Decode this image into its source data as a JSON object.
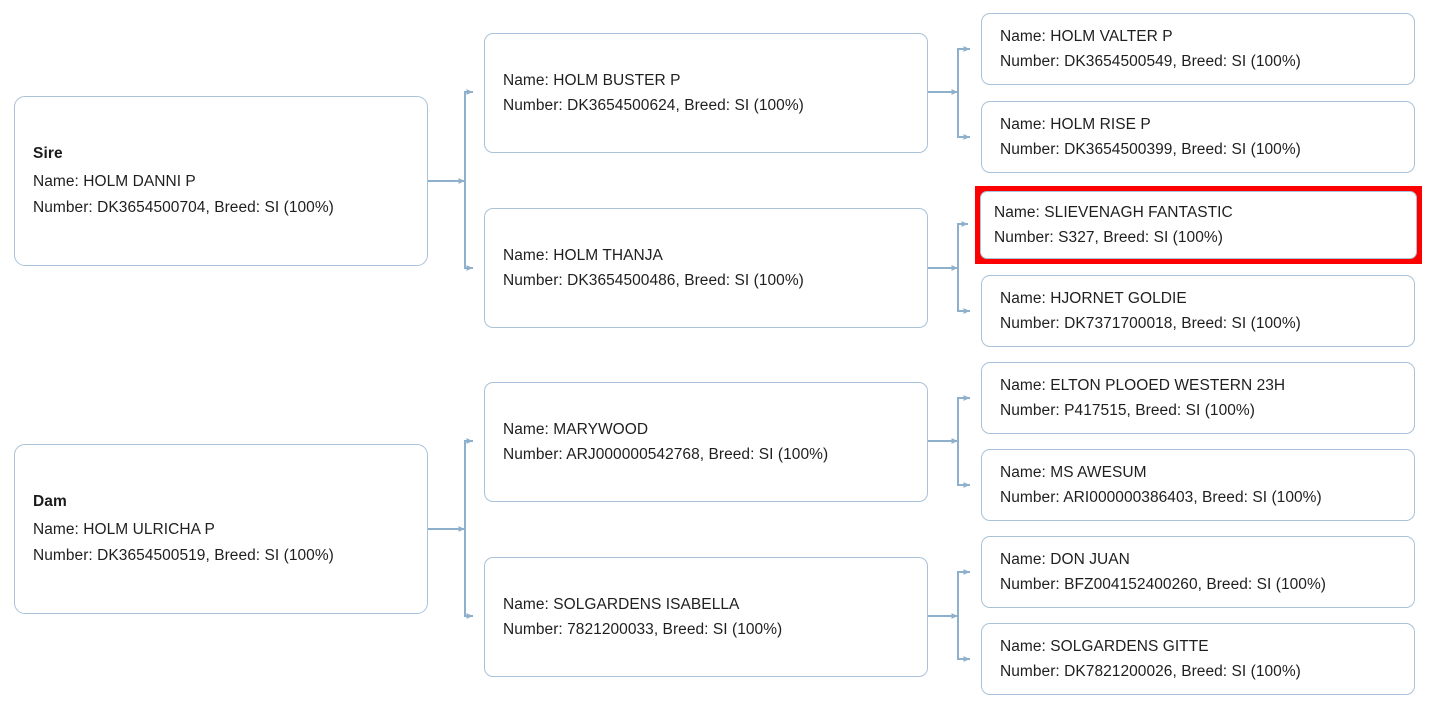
{
  "chart": {
    "type": "pedigree-tree",
    "orientation": "left-to-right",
    "generations": 3,
    "highlight_color": "#ff0000",
    "node_border_color": "#a9c2d8",
    "connector_color": "#8fb0cc",
    "background_color": "#ffffff",
    "field_labels": {
      "name": "Name:",
      "number": "Number:",
      "breed": "Breed:"
    }
  },
  "nodes": {
    "sire": {
      "role": "Sire",
      "name_line": "Name: HOLM DANNI P",
      "number_line": "Number: DK3654500704, Breed: SI (100%)",
      "name": "HOLM DANNI P",
      "number": "DK3654500704",
      "breed": "SI (100%)",
      "highlighted": false
    },
    "dam": {
      "role": "Dam",
      "name_line": "Name: HOLM ULRICHA P",
      "number_line": "Number: DK3654500519, Breed: SI (100%)",
      "name": "HOLM ULRICHA P",
      "number": "DK3654500519",
      "breed": "SI (100%)",
      "highlighted": false
    },
    "sire_sire": {
      "name_line": "Name: HOLM BUSTER P",
      "number_line": "Number: DK3654500624, Breed: SI (100%)",
      "name": "HOLM BUSTER P",
      "number": "DK3654500624",
      "breed": "SI (100%)",
      "highlighted": false
    },
    "sire_dam": {
      "name_line": "Name: HOLM THANJA",
      "number_line": "Number: DK3654500486, Breed: SI (100%)",
      "name": "HOLM THANJA",
      "number": "DK3654500486",
      "breed": "SI (100%)",
      "highlighted": false
    },
    "dam_sire": {
      "name_line": "Name: MARYWOOD",
      "number_line": "Number: ARJ000000542768, Breed: SI (100%)",
      "name": "MARYWOOD",
      "number": "ARJ000000542768",
      "breed": "SI (100%)",
      "highlighted": false
    },
    "dam_dam": {
      "name_line": "Name: SOLGARDENS ISABELLA",
      "number_line": "Number: 7821200033, Breed: SI (100%)",
      "name": "SOLGARDENS ISABELLA",
      "number": "7821200033",
      "breed": "SI (100%)",
      "highlighted": false
    },
    "ss_sire": {
      "name_line": "Name: HOLM VALTER P",
      "number_line": "Number: DK3654500549, Breed: SI (100%)",
      "name": "HOLM VALTER P",
      "number": "DK3654500549",
      "breed": "SI (100%)",
      "highlighted": false
    },
    "ss_dam": {
      "name_line": "Name: HOLM RISE P",
      "number_line": "Number: DK3654500399, Breed: SI (100%)",
      "name": "HOLM RISE P",
      "number": "DK3654500399",
      "breed": "SI (100%)",
      "highlighted": false
    },
    "sd_sire": {
      "name_line": "Name: SLIEVENAGH FANTASTIC",
      "number_line": "Number: S327, Breed: SI (100%)",
      "name": "SLIEVENAGH FANTASTIC",
      "number": "S327",
      "breed": "SI (100%)",
      "highlighted": true
    },
    "sd_dam": {
      "name_line": "Name: HJORNET GOLDIE",
      "number_line": "Number: DK7371700018, Breed: SI (100%)",
      "name": "HJORNET GOLDIE",
      "number": "DK7371700018",
      "breed": "SI (100%)",
      "highlighted": false
    },
    "ds_sire": {
      "name_line": "Name: ELTON PLOOED WESTERN 23H",
      "number_line": "Number: P417515, Breed: SI (100%)",
      "name": "ELTON PLOOED WESTERN 23H",
      "number": "P417515",
      "breed": "SI (100%)",
      "highlighted": false
    },
    "ds_dam": {
      "name_line": "Name: MS AWESUM",
      "number_line": "Number: ARI000000386403, Breed: SI (100%)",
      "name": "MS AWESUM",
      "number": "ARI000000386403",
      "breed": "SI (100%)",
      "highlighted": false
    },
    "dd_sire": {
      "name_line": "Name: DON JUAN",
      "number_line": "Number: BFZ004152400260, Breed: SI (100%)",
      "name": "DON JUAN",
      "number": "BFZ004152400260",
      "breed": "SI (100%)",
      "highlighted": false
    },
    "dd_dam": {
      "name_line": "Name: SOLGARDENS GITTE",
      "number_line": "Number: DK7821200026, Breed: SI (100%)",
      "name": "SOLGARDENS GITTE",
      "number": "DK7821200026",
      "breed": "SI (100%)",
      "highlighted": false
    }
  }
}
